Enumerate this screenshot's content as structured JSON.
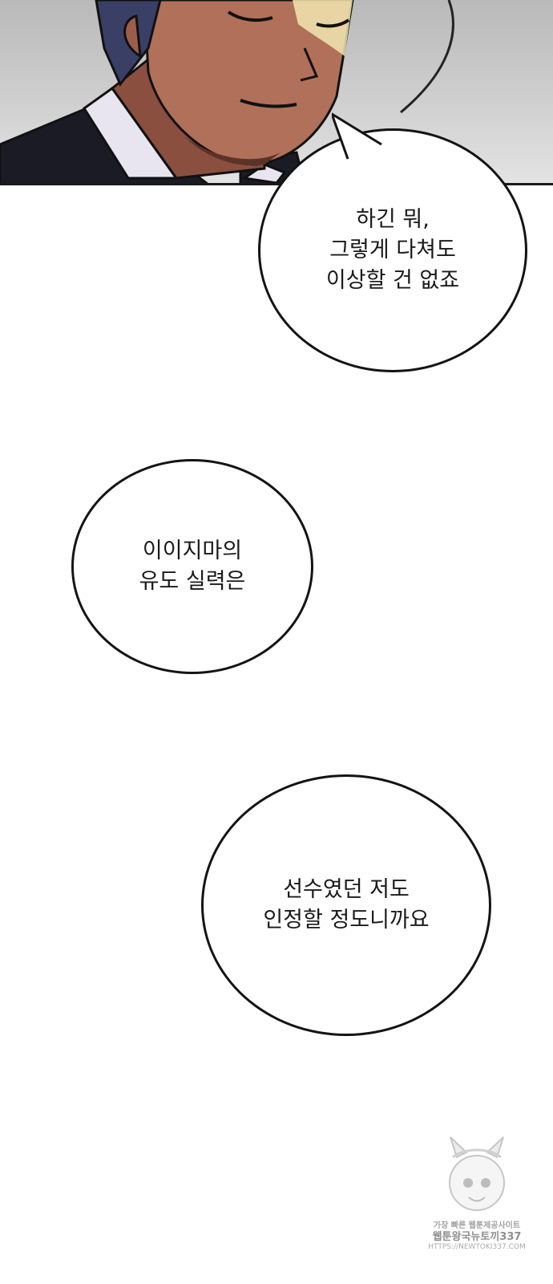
{
  "top_panel": {
    "description_icon": "character-face-illustration"
  },
  "bubbles": [
    {
      "text": "하긴 뭐,\n그렇게 다쳐도\n이상할 건 없죠"
    },
    {
      "text": "이이지마의\n유도 실력은"
    },
    {
      "text": "선수였던 저도\n인정할 정도니까요"
    }
  ],
  "watermark": {
    "line1": "가장 빠른 웹툰제공사이트",
    "line2": "웹툰왕국뉴토끼337",
    "line3": "HTTPS://NEWTOKI337.COM"
  },
  "colors": {
    "ink": "#141414",
    "skin": "#b0705a",
    "hair": "#3a3f66",
    "suit": "#1b1b26",
    "shirt": "#e8e4f0"
  }
}
